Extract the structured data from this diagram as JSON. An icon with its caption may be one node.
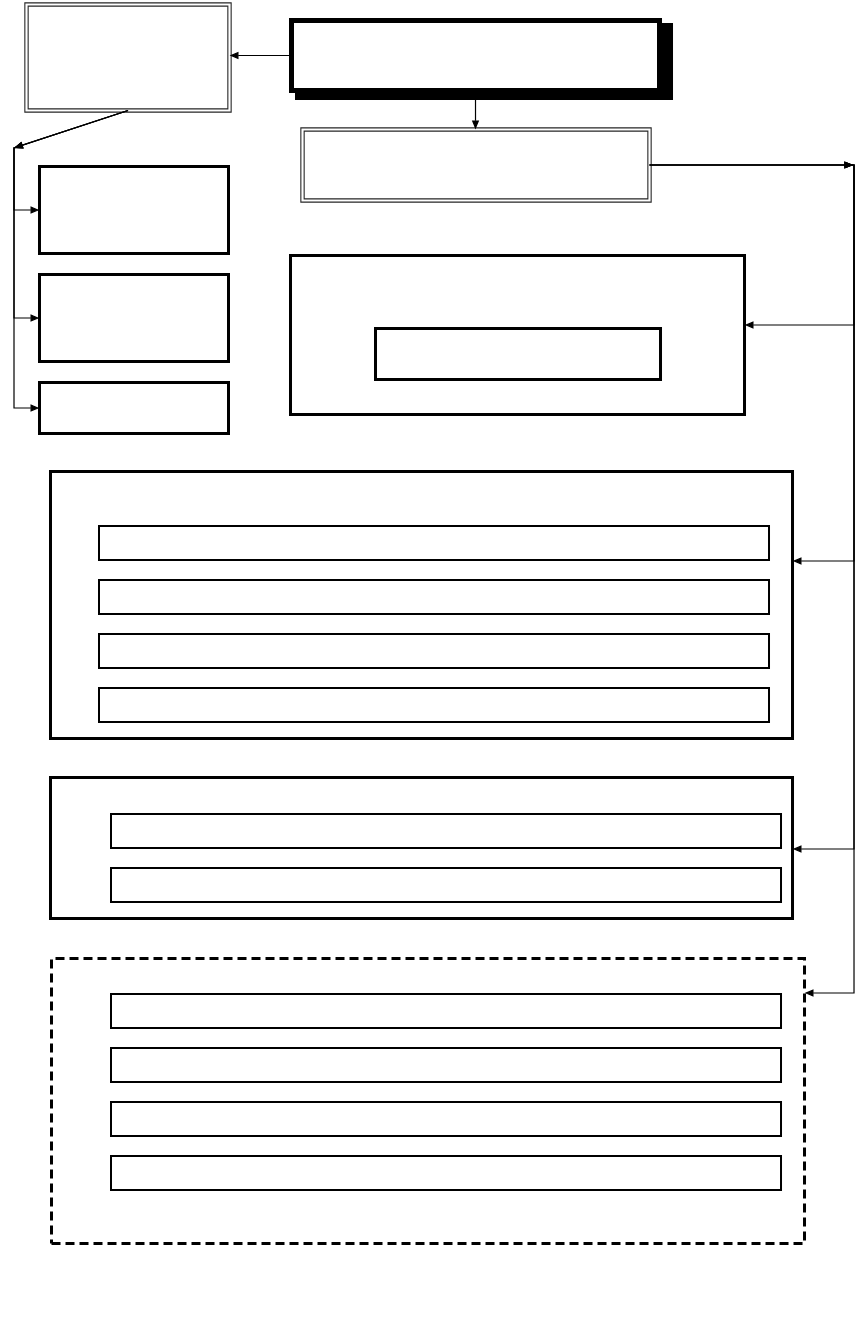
{
  "diagram": {
    "nodes": [
      {
        "text": [],
        "shape": "box"
      },
      {
        "text": [],
        "shape": "box"
      },
      {
        "text": [],
        "shape": "box"
      },
      {
        "text": [],
        "shape": "box"
      },
      {
        "text": [],
        "shape": "box"
      },
      {
        "text": [],
        "shape": "box"
      },
      {
        "text": [],
        "shape": "box"
      },
      {
        "text": [],
        "shape": "box",
        "in": 6
      },
      {
        "text": [],
        "shape": "box"
      },
      {
        "text": [],
        "shape": "box",
        "in": 8
      },
      {
        "text": [],
        "shape": "box",
        "in": 8
      },
      {
        "text": [],
        "shape": "box",
        "in": 8
      },
      {
        "text": [],
        "shape": "box",
        "in": 8
      },
      {
        "text": [],
        "shape": "box"
      },
      {
        "text": [],
        "shape": "box",
        "in": 13
      },
      {
        "text": [],
        "shape": "box",
        "in": 13
      },
      {
        "text": [],
        "shape": "box"
      },
      {
        "text": [],
        "shape": "box",
        "in": 16
      },
      {
        "text": [],
        "shape": "box",
        "in": 16
      },
      {
        "text": [],
        "shape": "box",
        "in": 16
      },
      {
        "text": [],
        "shape": "box",
        "in": 16
      }
    ],
    "edges": [
      {
        "from": 1,
        "to": 0,
        "arrow": "to"
      },
      {
        "from": 1,
        "to": 2,
        "arrow": "to"
      },
      {
        "from": 0,
        "to": 3,
        "arrow": "to"
      },
      {
        "from": 0,
        "to": 4,
        "arrow": "to"
      },
      {
        "from": 0,
        "to": 5,
        "arrow": "to"
      },
      {
        "from": 2,
        "to": 6,
        "arrow": "to"
      },
      {
        "from": 2,
        "to": 8,
        "arrow": "to"
      },
      {
        "from": 2,
        "to": 13,
        "arrow": "to"
      },
      {
        "from": 2,
        "to": 16,
        "arrow": "to"
      }
    ]
  }
}
